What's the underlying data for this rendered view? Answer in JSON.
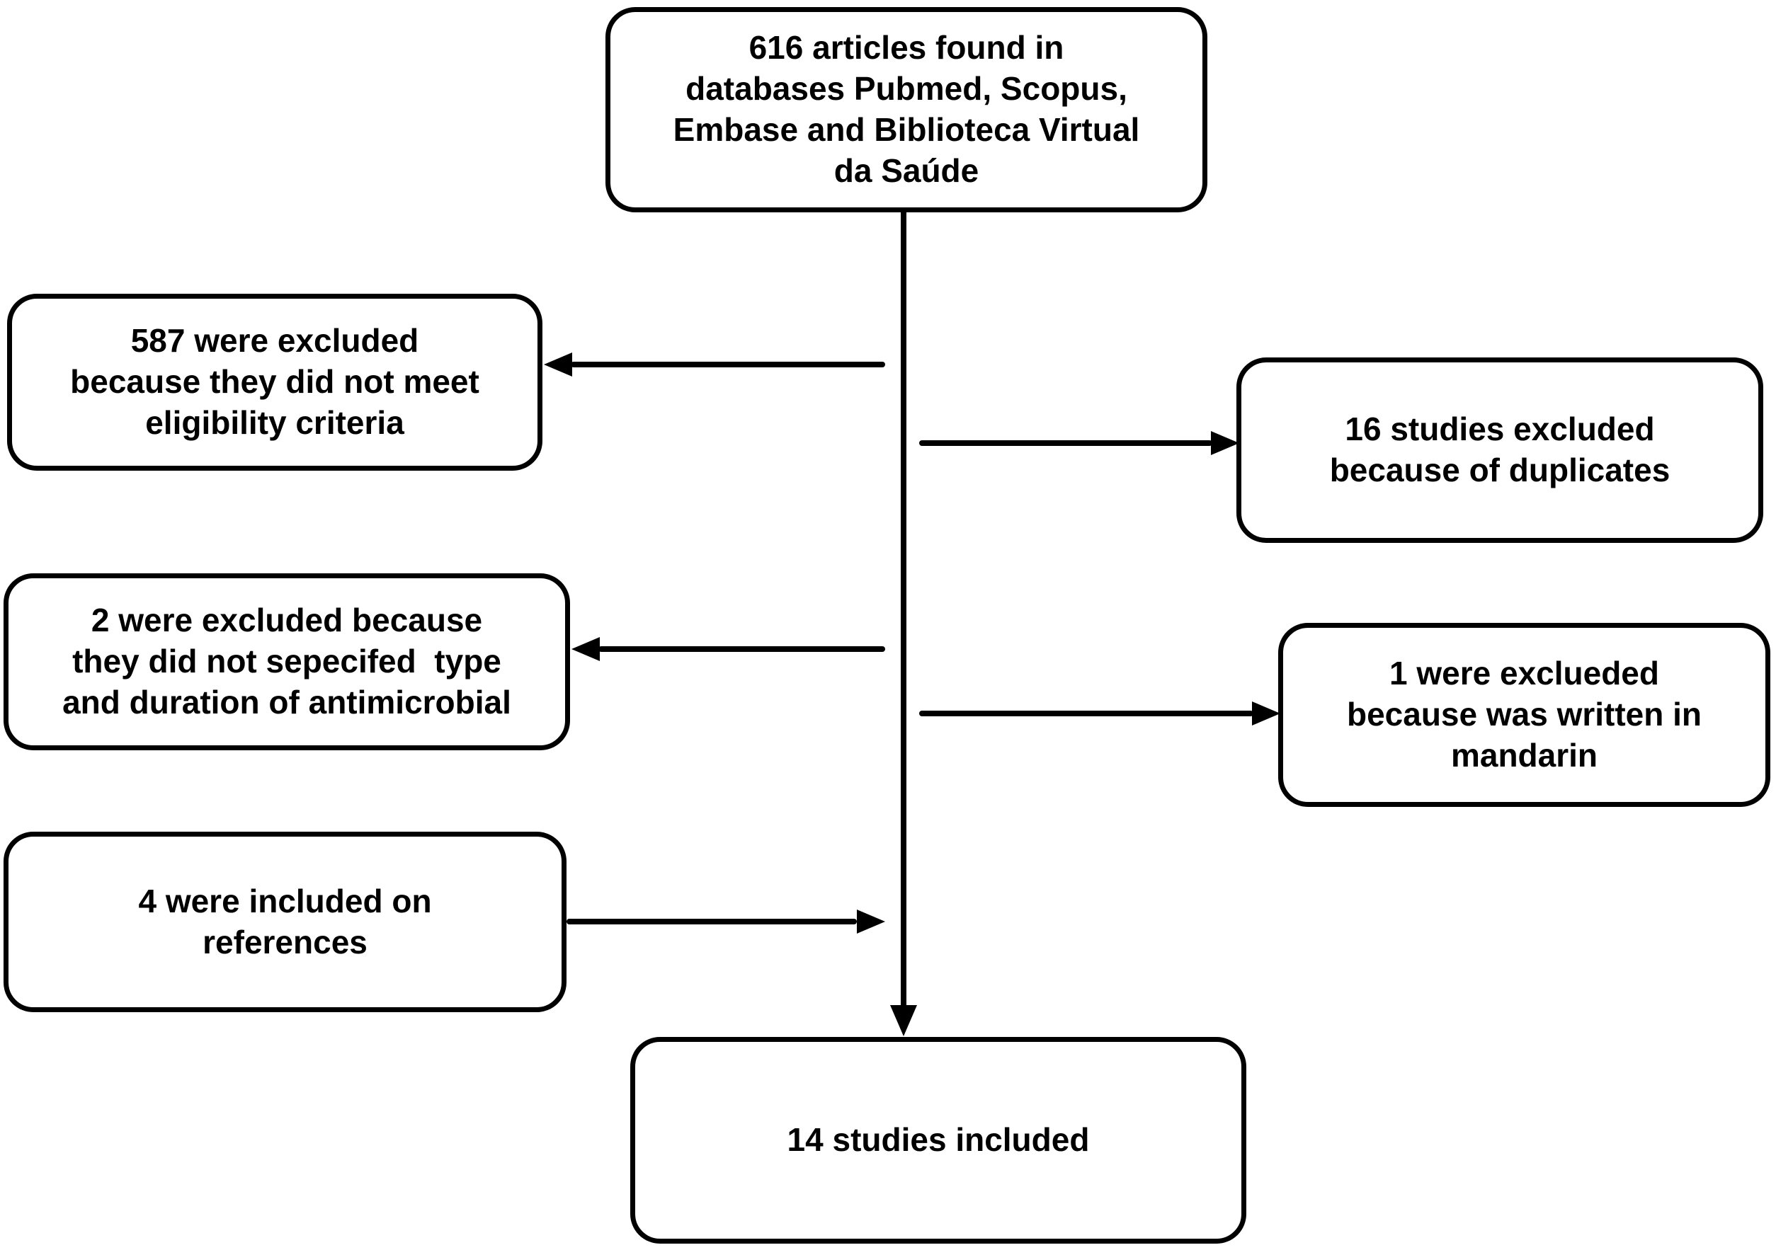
{
  "diagram": {
    "background_color": "#ffffff",
    "line_color": "#000000",
    "nodes": {
      "found": {
        "label": "616 articles found in\ndatabases Pubmed, Scopus,\nEmbase and Biblioteca Virtual\nda Saúde",
        "count": 616
      },
      "excluded_eligibility": {
        "label": "587 were excluded\nbecause they did not meet\neligibility criteria",
        "count": 587
      },
      "excluded_duplicates": {
        "label": "16 studies excluded\nbecause of duplicates",
        "count": 16
      },
      "excluded_type_duration": {
        "label": "2 were excluded because\nthey did not sepecifed  type\nand duration of antimicrobial",
        "count": 2
      },
      "excluded_mandarin": {
        "label": "1 were exclueded\nbecause was written in\nmandarin",
        "count": 1
      },
      "included_references": {
        "label": "4 were included on\nreferences",
        "count": 4
      },
      "included_final": {
        "label": "14 studies included",
        "count": 14
      }
    }
  }
}
